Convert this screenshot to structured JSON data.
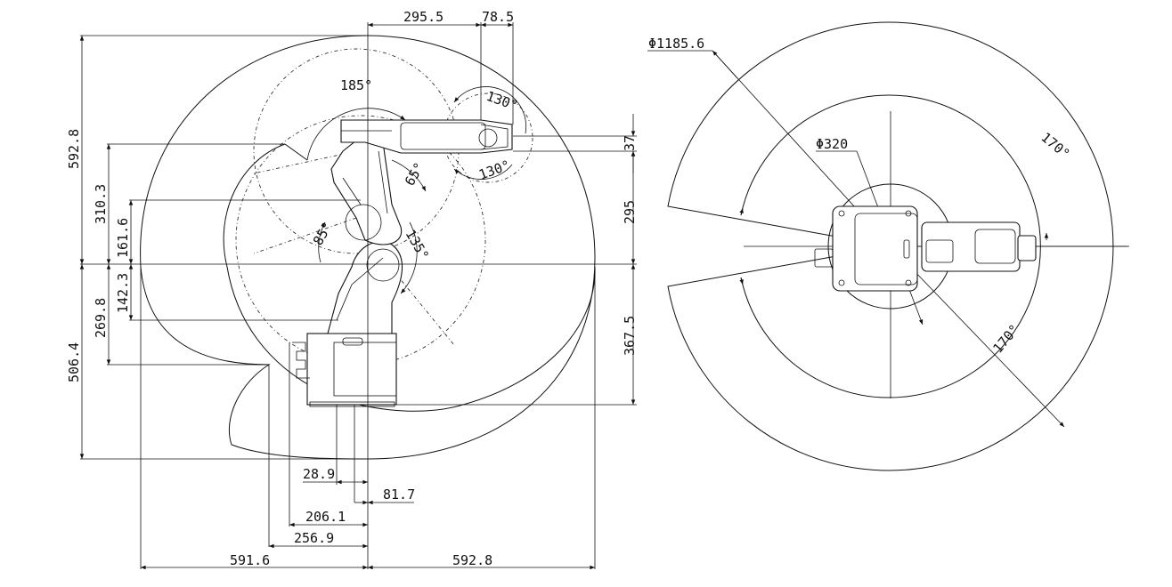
{
  "side_view": {
    "top_dims": [
      "295.5",
      "78.5"
    ],
    "left_dims": [
      "592.8",
      "310.3",
      "161.6",
      "142.3",
      "269.8",
      "506.4"
    ],
    "right_dims": [
      "37",
      "295",
      "367.5"
    ],
    "bottom_dims": [
      "28.9",
      "81.7",
      "206.1",
      "256.9",
      "591.6",
      "592.8"
    ],
    "angles": [
      "185°",
      "130°",
      "130°",
      "65°",
      "85°",
      "135°"
    ]
  },
  "top_view": {
    "diameters": [
      "Φ1185.6",
      "Φ320"
    ],
    "angles": [
      "170°",
      "170°"
    ]
  },
  "colors": {
    "line": "#111111",
    "background": "#ffffff"
  }
}
